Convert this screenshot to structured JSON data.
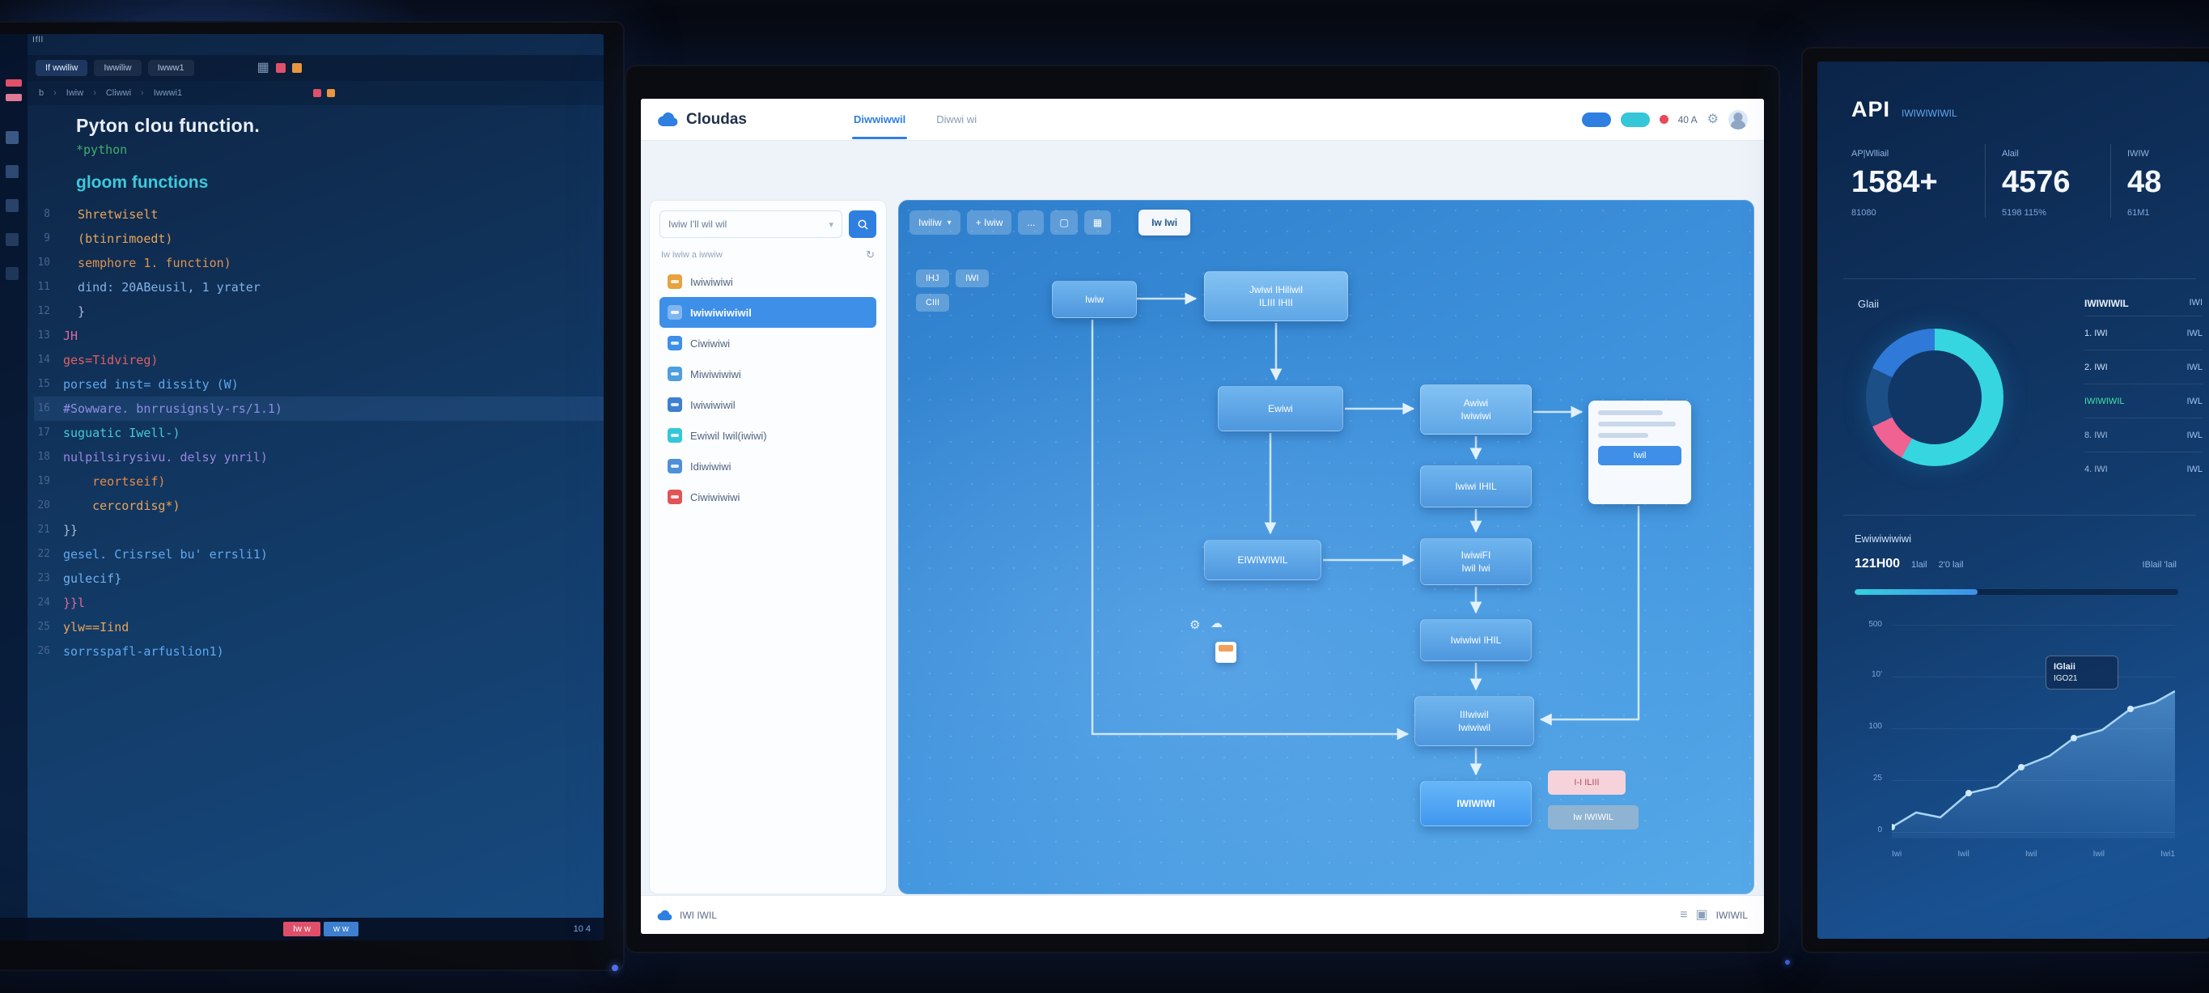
{
  "left_monitor": {
    "window_label": "Ifll",
    "tabs": [
      {
        "label": "If wwiliw"
      },
      {
        "label": "Iwwiliw"
      },
      {
        "label": "Iwww1"
      }
    ],
    "breadcrumbs": [
      {
        "label": "b"
      },
      {
        "label": "Iwiw"
      },
      {
        "label": "Cliwwi"
      },
      {
        "label": "Iwwwi1"
      }
    ],
    "code": {
      "heading": "Pyton clou function.",
      "lang_tag": "*python",
      "section_title": "gloom functions",
      "lines": [
        {
          "num": "8",
          "text": "  Shretwiselt",
          "css": "color:#e8a45a"
        },
        {
          "num": "9",
          "text": "  (btinrimoedt)",
          "css": "color:#e8a45a"
        },
        {
          "num": "10",
          "text": "  semphore 1. function)",
          "css": "color:#dd9350"
        },
        {
          "num": "11",
          "text": "  dind: 20ABeusil, 1 yrater",
          "css": "color:#7fb2e8"
        },
        {
          "num": "12",
          "text": "  }",
          "css": "color:#a9bdd8"
        },
        {
          "num": "13",
          "text": "JH",
          "css": "color:#e0679a"
        },
        {
          "num": "14",
          "text": "ges=Tidvireg)",
          "css": "color:#e06060"
        },
        {
          "num": "15",
          "text": "porsed inst= dissity (W)",
          "css": "color:#5fa8ee"
        },
        {
          "num": "16",
          "text": "#Sowware. bnrrusignsly-rs/1.1)",
          "css": "color:#8b8fe0"
        },
        {
          "num": "17",
          "text": "suguatic Iwell-)",
          "css": "color:#45c8d8"
        },
        {
          "num": "18",
          "text": "nulpilsirysivu. delsy ynril)",
          "css": "color:#9a86e2"
        },
        {
          "num": "19",
          "text": "    reortseif)",
          "css": "color:#e8884a"
        },
        {
          "num": "20",
          "text": "    cercordisg*)",
          "css": "color:#e8a45a"
        },
        {
          "num": "21",
          "text": "}}",
          "css": "color:#a9bdd8"
        },
        {
          "num": "22",
          "text": "gesel. Crisrsel bu' errsli1)",
          "css": "color:#5fa8ee"
        },
        {
          "num": "23",
          "text": "gulecif}",
          "css": "color:#6fb0f0"
        },
        {
          "num": "24",
          "text": "}}l",
          "css": "color:#e0679a"
        },
        {
          "num": "25",
          "text": "ylw==Iind",
          "css": "color:#e8a45a"
        },
        {
          "num": "26",
          "text": "sorrsspafl-arfuslion1)",
          "css": "color:#5fa8ee"
        }
      ]
    },
    "statusbar": {
      "red_label": "Iw w",
      "blue_label": "w w",
      "right_label": "10 4"
    }
  },
  "center_monitor": {
    "navbar": {
      "brand": "Cloudas",
      "links": [
        {
          "label": "Diwwiwwil"
        },
        {
          "label": "Diwwi wi"
        }
      ],
      "counter": "40 A"
    },
    "sidebar": {
      "search_value": "Iwiw I'll wil wil",
      "list_header": "Iw iwiw a iwwiw",
      "items": [
        {
          "label": "Iwiwiwiwi"
        },
        {
          "label": "Iwiwiwiwiwil"
        },
        {
          "label": "Ciwiwiwi"
        },
        {
          "label": "Miwiwiwiwi"
        },
        {
          "label": "Iwiwiwiwil"
        },
        {
          "label": "Ewiwil Iwil(iwiwi)"
        },
        {
          "label": "Idiwiwiwi"
        },
        {
          "label": "Ciwiwiwiwi"
        }
      ]
    },
    "canvas": {
      "toolbar": {
        "dropdown": "Iwiliw",
        "add_button": "+ Iwiw",
        "more_button": "...",
        "action_button": "Iw Iwi"
      },
      "chips": [
        {
          "label": "IHJ"
        },
        {
          "label": "IWI"
        },
        {
          "label": "CIII"
        }
      ],
      "nodes": {
        "start": "Iwiw",
        "top": "Jwiwi IHiliwil\nILIII IHII",
        "mid": "Ewiwi",
        "left": "EIWIWIWIL",
        "r1": "Awiwi\nIwiwiwi",
        "r2": "Iwiwi IHIL",
        "r3": "IwiwiFI\nIwil Iwi",
        "r4": "Iwiwiwi IHIL",
        "r5": "IIIwiwiI\nIwiwiwil",
        "r6": "IWIWIWI"
      },
      "card_button": "Iwil",
      "pink_button": "I-I ILIII",
      "muted_button": "Iw IWIWIL"
    },
    "statusbar": {
      "left_label": "IWI IWIL",
      "right_label": "IWIWIL"
    }
  },
  "right_monitor": {
    "header": {
      "title": "API",
      "subtitle": "IWIWIWIWIL"
    },
    "stats": [
      {
        "label": "AP|Wlliail",
        "value": "1584+",
        "sub": "81080"
      },
      {
        "label": "Alail",
        "value": "4576",
        "sub": "5198 115%"
      },
      {
        "label": "IWIW",
        "value": "48",
        "sub": "61M1"
      }
    ],
    "donut": {
      "title": "Glaii",
      "css": "background:conic-gradient(#35d6e0 0% 58%, #ef6292 58% 68%, #1c4f86 68% 82%, #2f79d8 82% 100%)",
      "legend_header": "IWIWIWIL",
      "legend_header_value": "IWI",
      "rows": [
        {
          "name": "1. IWI",
          "value": "IWL",
          "css": "color:#cfe2f8"
        },
        {
          "name": "2. IWI",
          "value": "IWL",
          "css": "color:#cfe2f8"
        },
        {
          "name": "IWIWIWIL",
          "value": "IWL",
          "css": "color:#41e3a5"
        },
        {
          "name": "8. IWI",
          "value": "IWL",
          "css": "color:#9fb9dd"
        },
        {
          "name": "4. IWI",
          "value": "IWL",
          "css": "color:#9fb9dd"
        }
      ]
    },
    "usage": {
      "title": "Ewiwiwiwiwi",
      "stat_primary": "121H00",
      "stat_secondary": "1lail",
      "stat_tertiary": "2'0 lail",
      "right_label": "IBlail 'lail",
      "progress_css": "width:38%"
    },
    "chart": {
      "y_ticks": [
        {
          "label": "500"
        },
        {
          "label": "10'"
        },
        {
          "label": "100"
        },
        {
          "label": "25"
        },
        {
          "label": "0"
        }
      ],
      "x_ticks": [
        {
          "label": "Iwi"
        },
        {
          "label": "Iwil"
        },
        {
          "label": "Iwil"
        },
        {
          "label": "Iwil"
        },
        {
          "label": "Iwi1"
        }
      ],
      "tooltip_line1": "IGlaii",
      "tooltip_line2": "IGO21"
    }
  }
}
